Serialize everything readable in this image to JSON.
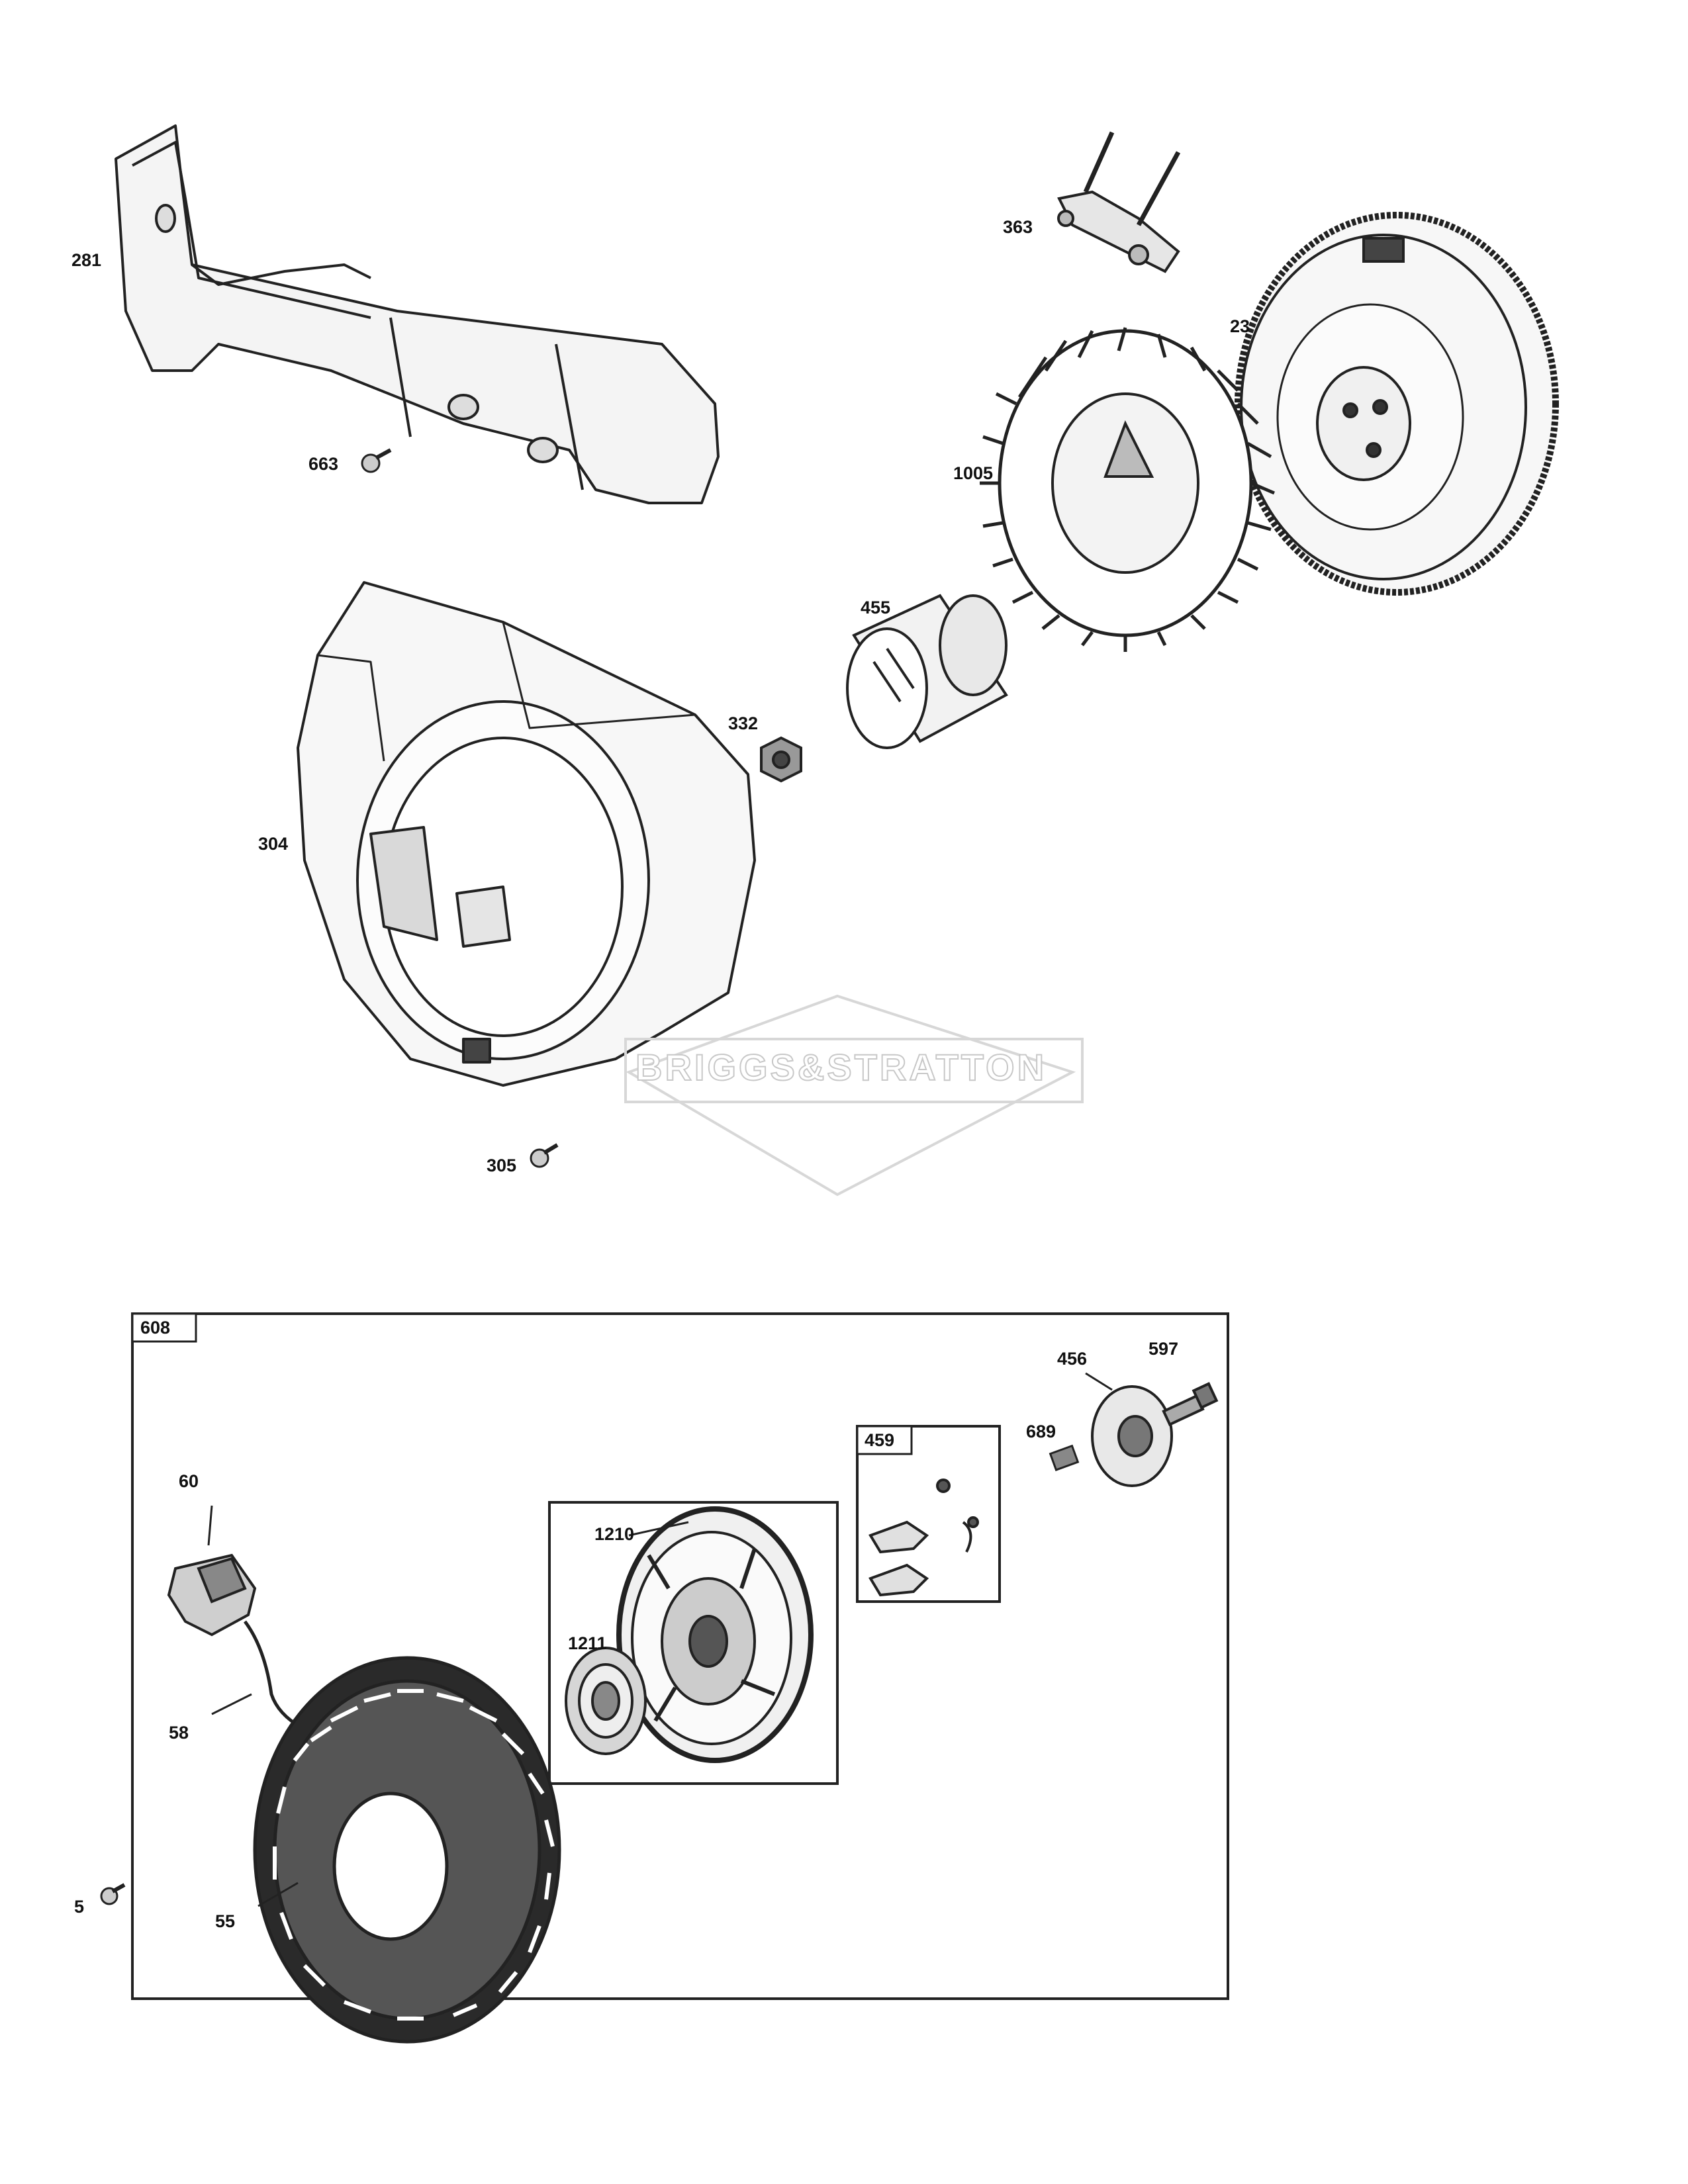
{
  "labels": {
    "p281": "281",
    "p663": "663",
    "p363": "363",
    "p23": "23",
    "p1005": "1005",
    "p455": "455",
    "p332": "332",
    "p304": "304",
    "p305": "305",
    "p608": "608",
    "p456": "456",
    "p597": "597",
    "p689": "689",
    "p459": "459",
    "p60": "60",
    "p1210": "1210",
    "p1211": "1211",
    "p58": "58",
    "p5": "5",
    "p55": "55"
  },
  "watermark": "BRIGGS&STRATTON",
  "colors": {
    "line": "#222222",
    "shade": "#d9d9d9",
    "dark": "#555555",
    "bg": "#ffffff"
  }
}
